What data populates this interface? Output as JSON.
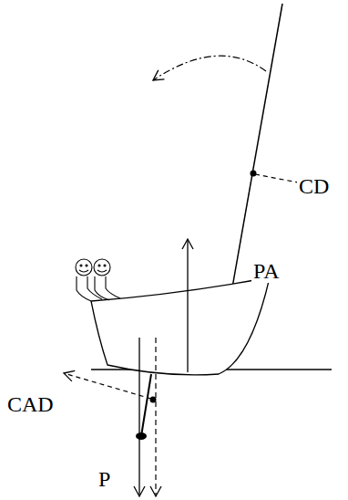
{
  "diagram": {
    "labels": [
      "CD",
      "PA",
      "CAD",
      "P"
    ]
  }
}
